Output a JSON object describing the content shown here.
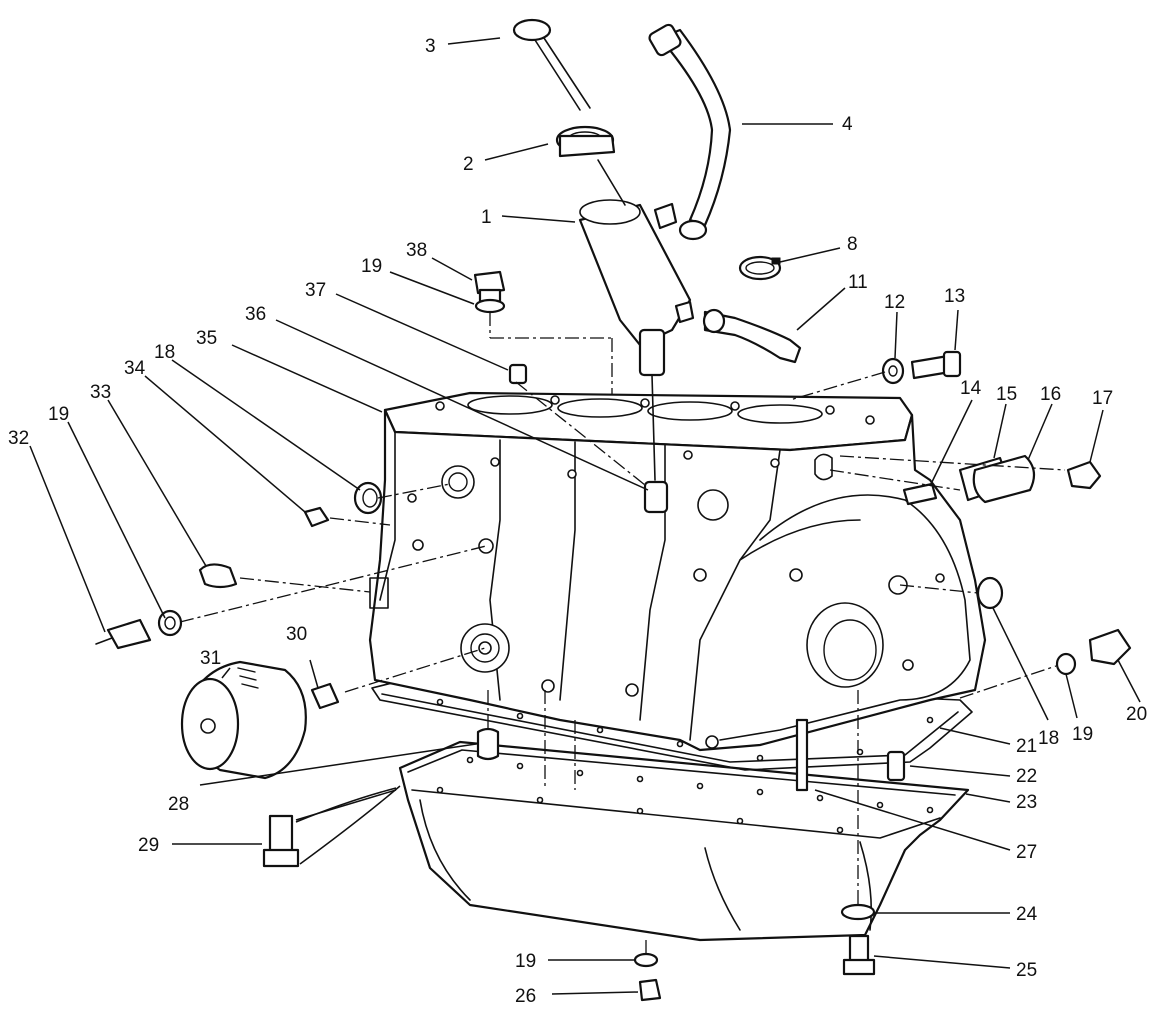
{
  "callouts": {
    "c1": "1",
    "c2": "2",
    "c3": "3",
    "c4": "4",
    "c8": "8",
    "c11": "11",
    "c12": "12",
    "c13": "13",
    "c14": "14",
    "c15": "15",
    "c16": "16",
    "c17": "17",
    "c18a": "18",
    "c18b": "18",
    "c19a": "19",
    "c19b": "19",
    "c19c": "19",
    "c19d": "19",
    "c20": "20",
    "c21": "21",
    "c22": "22",
    "c23": "23",
    "c24": "24",
    "c25": "25",
    "c26": "26",
    "c27": "27",
    "c28": "28",
    "c29": "29",
    "c30": "30",
    "c31": "31",
    "c32": "32",
    "c33": "33",
    "c34": "34",
    "c35": "35",
    "c36": "36",
    "c37": "37",
    "c38": "38"
  },
  "colors": {
    "ink": "#111111",
    "paper": "#ffffff"
  }
}
